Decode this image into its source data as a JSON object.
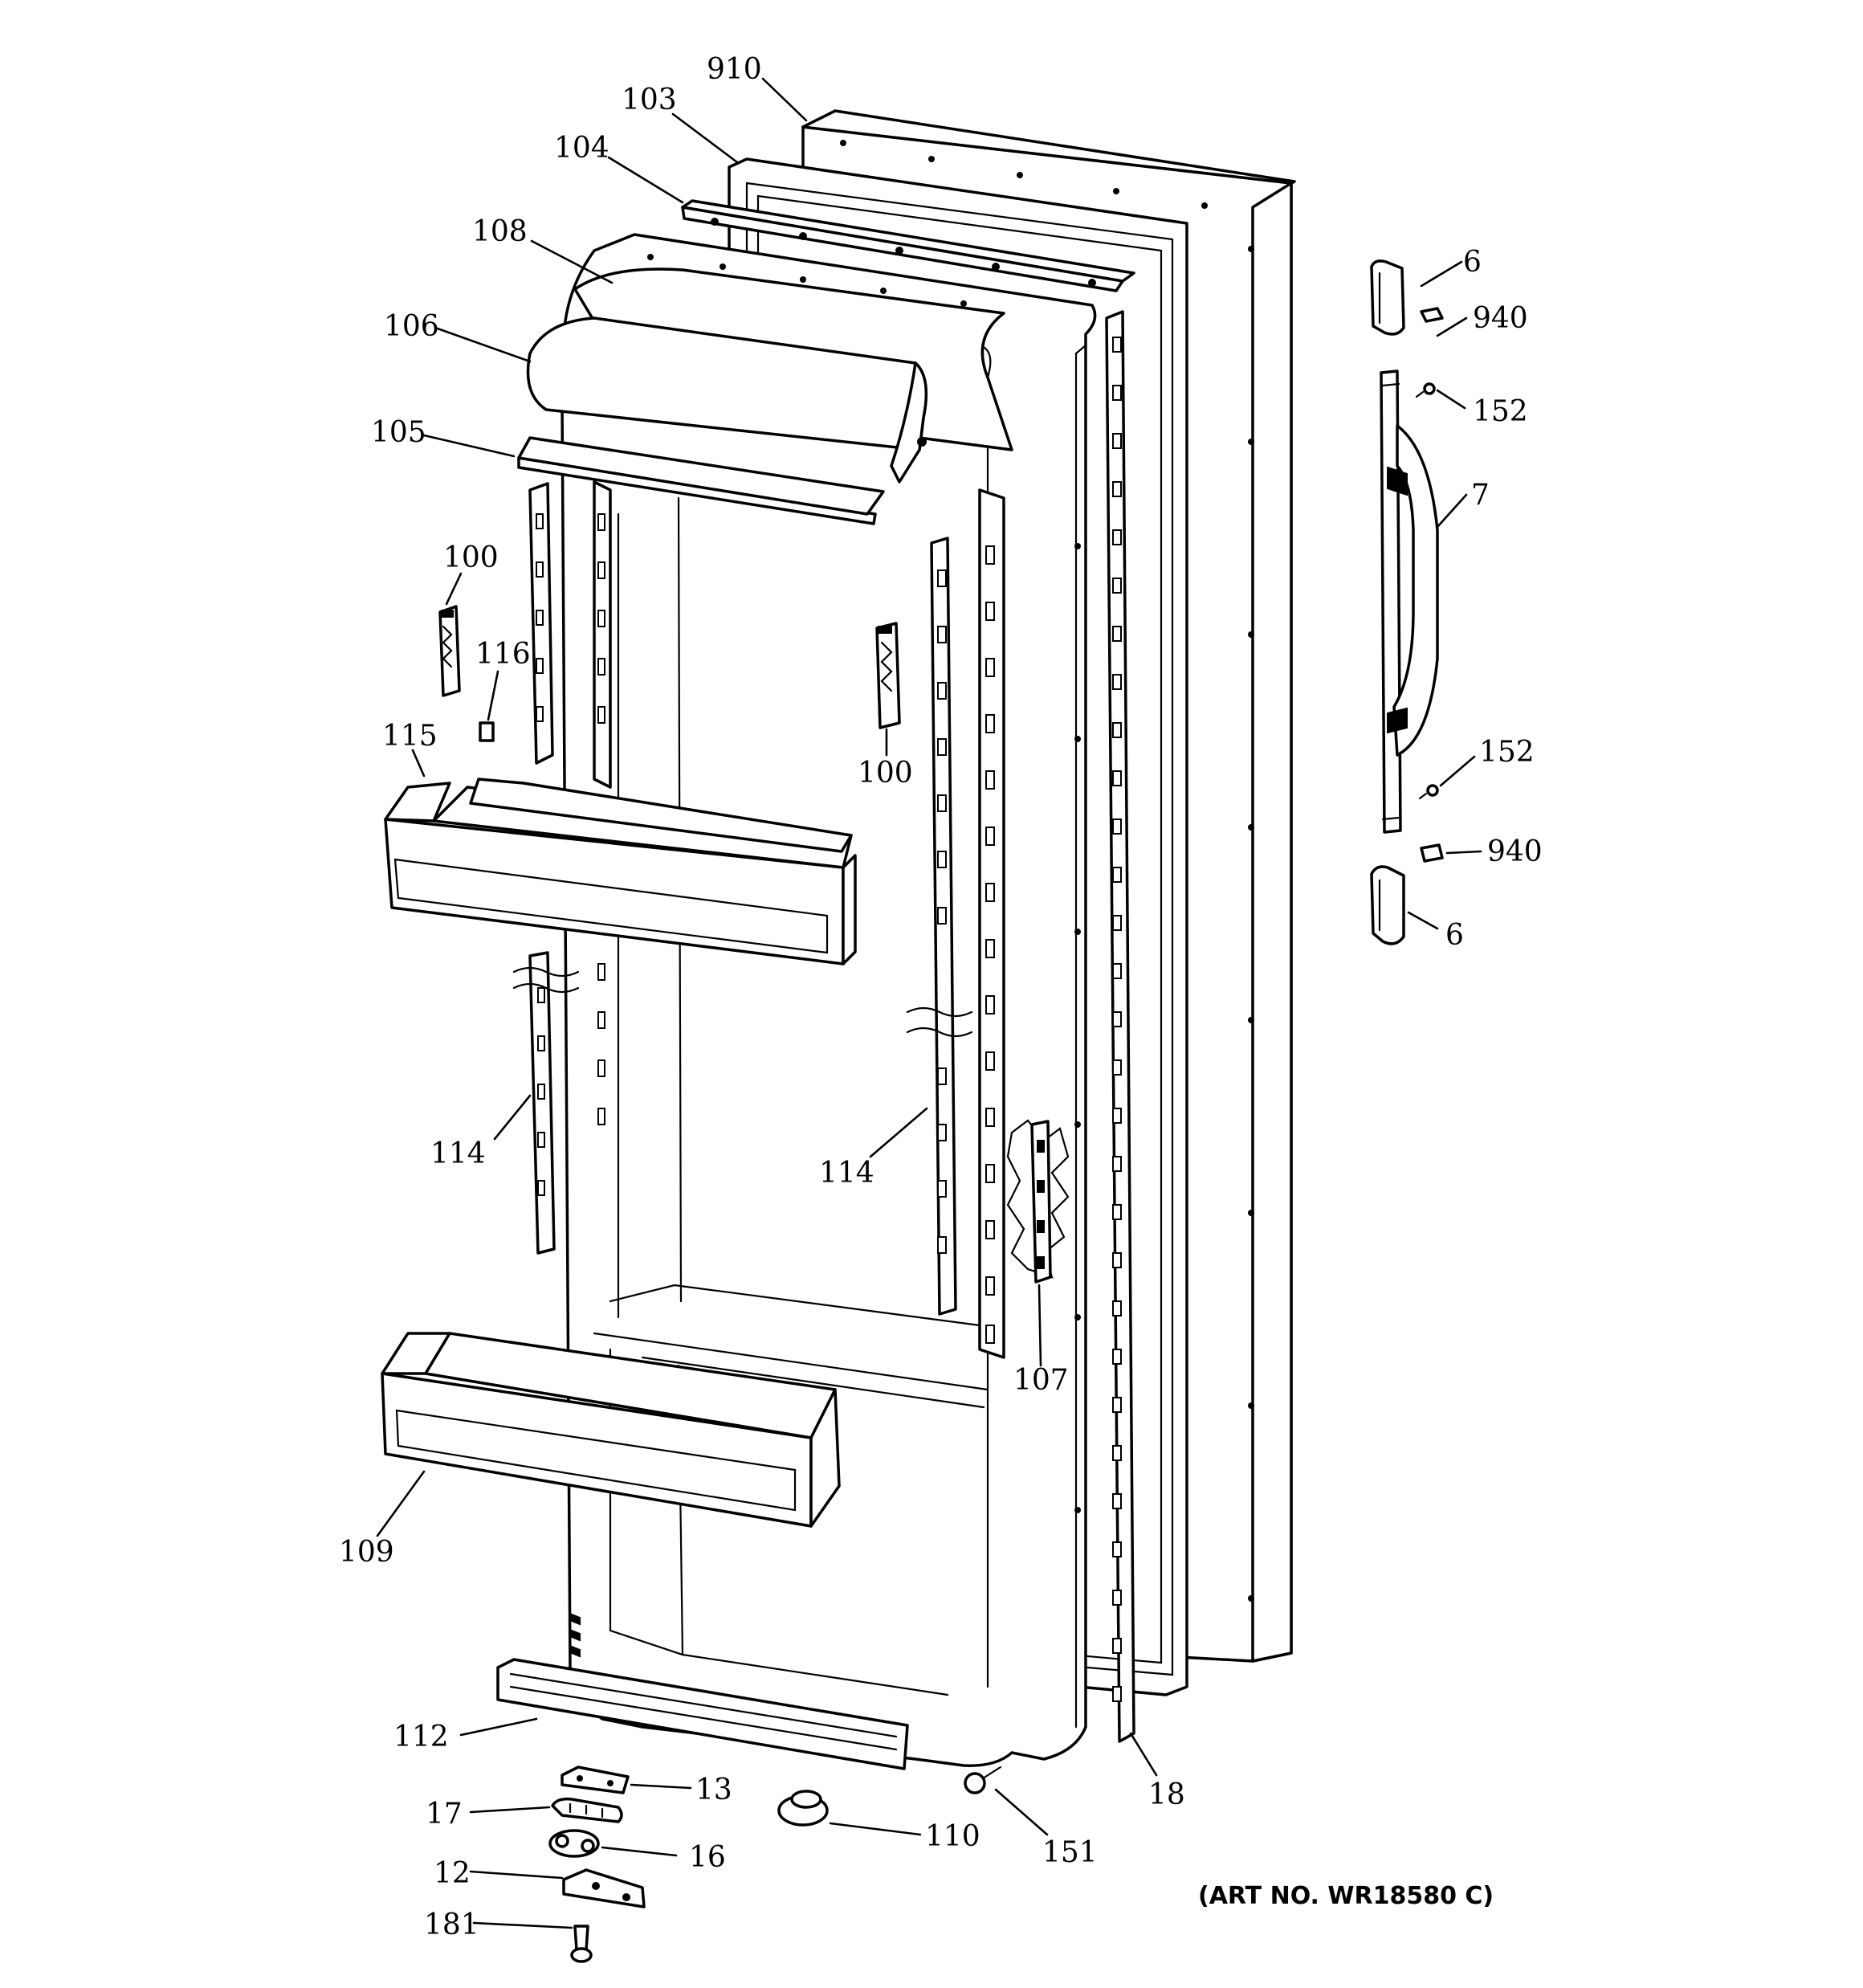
{
  "callouts": [
    {
      "id": "p910",
      "text": "910"
    },
    {
      "id": "p103",
      "text": "103"
    },
    {
      "id": "p104",
      "text": "104"
    },
    {
      "id": "p108",
      "text": "108"
    },
    {
      "id": "p106",
      "text": "106"
    },
    {
      "id": "p105",
      "text": "105"
    },
    {
      "id": "p100a",
      "text": "100"
    },
    {
      "id": "p116",
      "text": "116"
    },
    {
      "id": "p115",
      "text": "115"
    },
    {
      "id": "p100b",
      "text": "100"
    },
    {
      "id": "p114a",
      "text": "114"
    },
    {
      "id": "p114b",
      "text": "114"
    },
    {
      "id": "p107",
      "text": "107"
    },
    {
      "id": "p109",
      "text": "109"
    },
    {
      "id": "p112",
      "text": "112"
    },
    {
      "id": "p13",
      "text": "13"
    },
    {
      "id": "p17",
      "text": "17"
    },
    {
      "id": "p16",
      "text": "16"
    },
    {
      "id": "p12",
      "text": "12"
    },
    {
      "id": "p181",
      "text": "181"
    },
    {
      "id": "p110",
      "text": "110"
    },
    {
      "id": "p151",
      "text": "151"
    },
    {
      "id": "p18",
      "text": "18"
    },
    {
      "id": "p6a",
      "text": "6"
    },
    {
      "id": "p940a",
      "text": "940"
    },
    {
      "id": "p152a",
      "text": "152"
    },
    {
      "id": "p7",
      "text": "7"
    },
    {
      "id": "p152b",
      "text": "152"
    },
    {
      "id": "p940b",
      "text": "940"
    },
    {
      "id": "p6b",
      "text": "6"
    }
  ],
  "art_number": "(ART NO. WR18580 C)"
}
